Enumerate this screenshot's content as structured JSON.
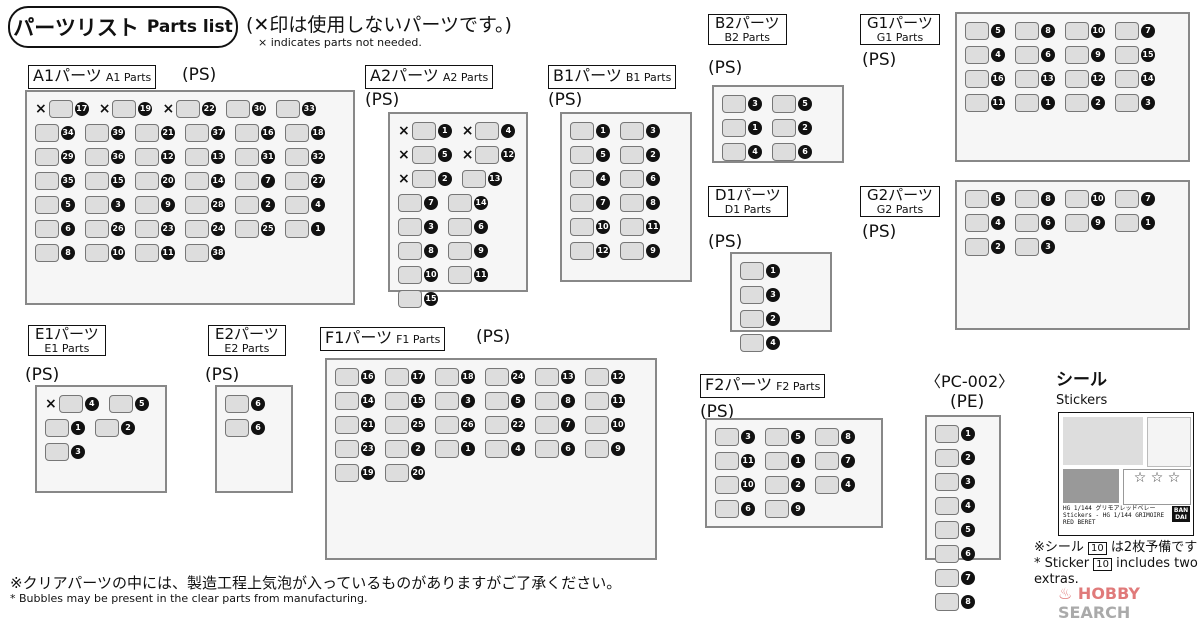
{
  "header": {
    "title_jp": "パーツリスト",
    "title_en": "Parts list",
    "note_jp": "(✕印は使用しないパーツです。)",
    "note_en": "× indicates parts not needed."
  },
  "runners": [
    {
      "id": "A1",
      "jp": "A1パーツ",
      "en": "A1 Parts",
      "material": "(PS)",
      "parts": [
        "17",
        "19",
        "22",
        "30",
        "33",
        "34",
        "39",
        "21",
        "37",
        "16",
        "18",
        "29",
        "36",
        "12",
        "13",
        "31",
        "32",
        "35",
        "15",
        "20",
        "14",
        "7",
        "27",
        "5",
        "3",
        "9",
        "28",
        "2",
        "4",
        "6",
        "26",
        "23",
        "24",
        "25",
        "1",
        "8",
        "10",
        "11",
        "38"
      ],
      "unused": 3
    },
    {
      "id": "A2",
      "jp": "A2パーツ",
      "en": "A2 Parts",
      "material": "(PS)",
      "parts": [
        "1",
        "4",
        "5",
        "12",
        "2",
        "13",
        "7",
        "14",
        "3",
        "6",
        "8",
        "9",
        "10",
        "11",
        "15"
      ],
      "unused": 5
    },
    {
      "id": "B1",
      "jp": "B1パーツ",
      "en": "B1 Parts",
      "material": "(PS)",
      "parts": [
        "1",
        "3",
        "5",
        "2",
        "4",
        "6",
        "7",
        "8",
        "10",
        "11",
        "12",
        "9"
      ],
      "unused": 0
    },
    {
      "id": "B2",
      "jp": "B2パーツ",
      "en": "B2 Parts",
      "material": "(PS)",
      "parts": [
        "3",
        "5",
        "1",
        "2",
        "4",
        "6"
      ],
      "unused": 0
    },
    {
      "id": "G1",
      "jp": "G1パーツ",
      "en": "G1 Parts",
      "material": "(PS)",
      "parts": [
        "5",
        "8",
        "10",
        "7",
        "4",
        "6",
        "9",
        "15",
        "16",
        "13",
        "12",
        "14",
        "11",
        "1",
        "2",
        "3"
      ],
      "unused": 0
    },
    {
      "id": "D1",
      "jp": "D1パーツ",
      "en": "D1 Parts",
      "material": "(PS)",
      "parts": [
        "1",
        "3",
        "2",
        "4"
      ],
      "unused": 0
    },
    {
      "id": "G2",
      "jp": "G2パーツ",
      "en": "G2 Parts",
      "material": "(PS)",
      "parts": [
        "5",
        "8",
        "10",
        "7",
        "4",
        "6",
        "9",
        "1",
        "2",
        "3"
      ],
      "unused": 0
    },
    {
      "id": "E1",
      "jp": "E1パーツ",
      "en": "E1 Parts",
      "material": "(PS)",
      "parts": [
        "4",
        "5",
        "1",
        "2",
        "3"
      ],
      "unused": 1
    },
    {
      "id": "E2",
      "jp": "E2パーツ",
      "en": "E2 Parts",
      "material": "(PS)",
      "parts": [
        "6",
        "6"
      ],
      "unused": 0
    },
    {
      "id": "F1",
      "jp": "F1パーツ",
      "en": "F1 Parts",
      "material": "(PS)",
      "parts": [
        "16",
        "17",
        "18",
        "24",
        "13",
        "12",
        "14",
        "15",
        "3",
        "5",
        "8",
        "11",
        "21",
        "25",
        "26",
        "22",
        "7",
        "10",
        "23",
        "2",
        "1",
        "4",
        "6",
        "9",
        "19",
        "20"
      ],
      "unused": 0
    },
    {
      "id": "F2",
      "jp": "F2パーツ",
      "en": "F2 Parts",
      "material": "(PS)",
      "parts": [
        "3",
        "5",
        "8",
        "11",
        "1",
        "7",
        "10",
        "2",
        "4",
        "6",
        "9"
      ],
      "unused": 0
    },
    {
      "id": "PC",
      "jp": "〈PC-002〉",
      "en": "",
      "material": "(PE)",
      "parts": [
        "1",
        "2",
        "3",
        "4",
        "5",
        "6",
        "7",
        "8"
      ],
      "unused": 0
    }
  ],
  "stickers": {
    "title_jp": "シール",
    "title_en": "Stickers",
    "caption": "HG 1/144 グリモアレッドベレー\nStickers - HG 1/144 GRIMOIRE RED BERET",
    "brand": "BAN DAI",
    "stars": "☆ ☆ ☆",
    "note_jp_pre": "※シール",
    "note_num": "10",
    "note_jp_post": "は2枚予備です",
    "note_en_pre": "* Sticker",
    "note_en_post": "includes two extras."
  },
  "footer": {
    "note_jp": "※クリアパーツの中には、製造工程上気泡が入っているものがありますがご了承ください。",
    "note_en": "* Bubbles may be present in the clear parts from manufacturing."
  },
  "watermark": {
    "icon": "flame-icon",
    "brand1": "HOBBY",
    "brand2": " SEARCH"
  }
}
